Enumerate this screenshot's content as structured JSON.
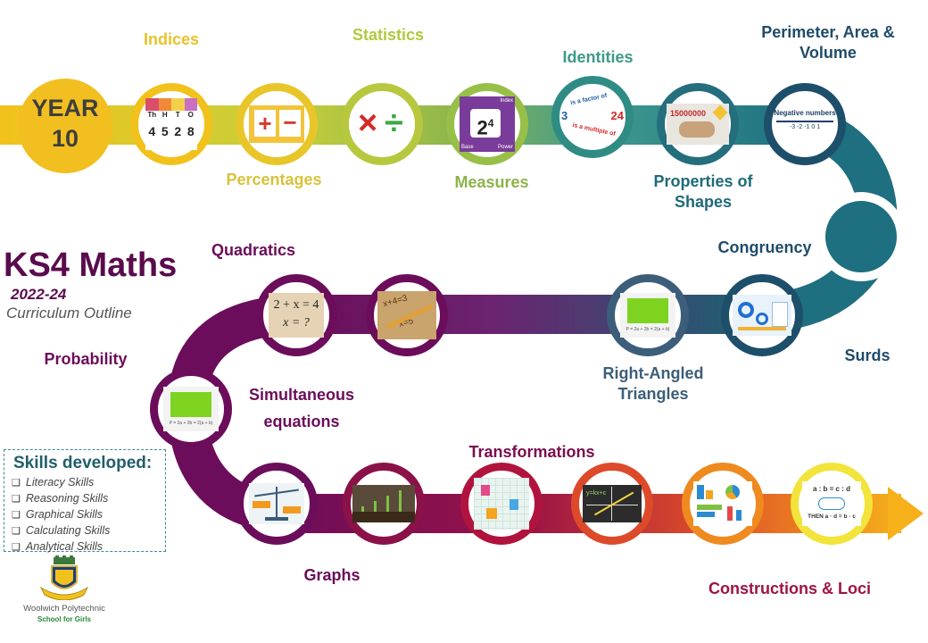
{
  "year_badge": {
    "line1": "YEAR",
    "line2": "10"
  },
  "title": "KS4 Maths",
  "years": "2022-24",
  "subtitle": "Curriculum Outline",
  "skills": {
    "heading": "Skills developed:",
    "items": [
      "Literacy Skills",
      "Reasoning Skills",
      "Graphical Skills",
      "Calculating Skills",
      "Analytical Skills"
    ]
  },
  "school": {
    "name": "Woolwich Polytechnic",
    "tagline": "School for Girls"
  },
  "topics": {
    "indices": "Indices",
    "percentages": "Percentages",
    "statistics": "Statistics",
    "measures": "Measures",
    "identities": "Identities",
    "properties_of_shapes_1": "Properties of",
    "properties_of_shapes_2": "Shapes",
    "perimeter_1": "Perimeter, Area &",
    "perimeter_2": "Volume",
    "congruency": "Congruency",
    "surds": "Surds",
    "right_angled_1": "Right-Angled",
    "right_angled_2": "Triangles",
    "quadratics": "Quadratics",
    "probability": "Probability",
    "simultaneous_1": "Simultaneous",
    "simultaneous_2": "equations",
    "transformations": "Transformations",
    "graphs": "Graphs",
    "constructions": "Constructions & Loci"
  },
  "thumb_text": {
    "place_value_headers": [
      "Th",
      "H",
      "T",
      "O"
    ],
    "place_value_digits": [
      "4",
      "5",
      "2",
      "8"
    ],
    "power_base": "2",
    "power_exp": "4",
    "power_index": "Index",
    "power_base_label": "Base",
    "power_power_label": "Power",
    "factor_left": "3",
    "factor_right": "24",
    "factor_top": "is a factor of",
    "factor_bottom": "is a multiple of",
    "standard_form": "15000000",
    "negative_title": "Negative numbers",
    "negative_ticks": "-3 -2 -1  0  1",
    "perimeter_formula": "P = 2a + 2b = 2(a + b)",
    "equation_1": "2 + x = 4",
    "equation_2": "x = ?",
    "ratio_top": "a : b = c : d",
    "ratio_bottom": "THEN  a · d = b · c"
  },
  "colors": {
    "gold": "#f2bf20",
    "lime": "#a9c23f",
    "teal": "#1f6f7f",
    "navy": "#1f4b6a",
    "purple": "#6b0d5a",
    "crimson": "#a01245",
    "orange": "#f29a1f"
  }
}
